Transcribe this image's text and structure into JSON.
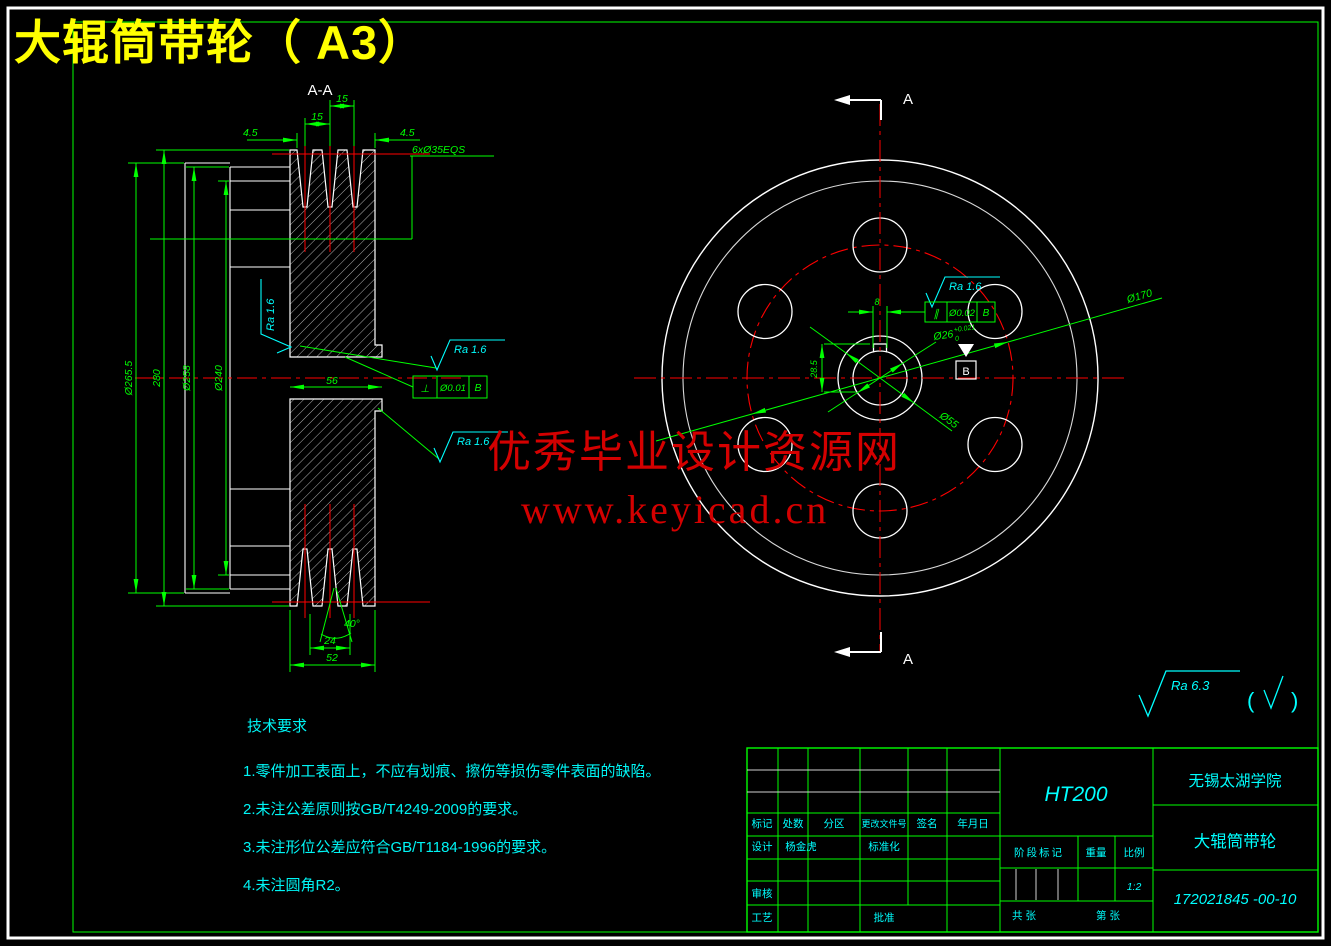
{
  "title": "大辊筒带轮（ A3）",
  "watermark": {
    "line1": "优秀毕业设计资源网",
    "line2": "www.keyicad.cn"
  },
  "section_view": {
    "label": "A-A",
    "dim_15_outer": "15",
    "dim_15_inner": "15",
    "dim_45_left": "4.5",
    "dim_45_right": "4.5",
    "holes_note": "6xØ35EQS",
    "dim_dia_2655": "Ø265.5",
    "dim_280": "280",
    "dim_dia_258": "Ø258",
    "dim_dia_240": "Ø240",
    "dim_56": "56",
    "dim_24": "24",
    "dim_52": "52",
    "dim_angle": "40°",
    "ra_left": "Ra 1.6",
    "ra_upper": "Ra 1.6",
    "ra_lower": "Ra 1.6",
    "fcf": {
      "symbol": "⊥",
      "tolerance": "Ø0.01",
      "datum": "B"
    }
  },
  "front_view": {
    "cut_label_top": "A",
    "cut_label_bottom": "A",
    "ra": "Ra 1.6",
    "fcf": {
      "symbol": "∥",
      "tolerance": "Ø0.02",
      "datum": "B"
    },
    "datum_label": "B",
    "dim_keyway_width": "8",
    "dim_keyway_depth": "28.5",
    "dim_bore": "Ø26",
    "dim_bore_tol_upper": "+0.021",
    "dim_bore_tol_lower": "0",
    "dim_hub": "Ø55",
    "dim_bolt_circle": "Ø170"
  },
  "surface_note": {
    "ra_general": "Ra 6.3",
    "paren_open": "(",
    "paren_close": ")"
  },
  "tech_requirements": {
    "heading": "技术要求",
    "items": [
      "1.零件加工表面上，不应有划痕、擦伤等损伤零件表面的缺陷。",
      "2.未注公差原则按GB/T4249-2009的要求。",
      "3.未注形位公差应符合GB/T1184-1996的要求。",
      "4.未注圆角R2。"
    ]
  },
  "title_block": {
    "material": "HT200",
    "school": "无锡太湖学院",
    "part_name": "大辊筒带轮",
    "drawing_no": "172021845 -00-10",
    "rev_headers": [
      "标记",
      "处数",
      "分区",
      "更改文件号",
      "签名",
      "年月日"
    ],
    "design_label": "设计",
    "designer": "杨金虎",
    "standardization_label": "标准化",
    "check_label": "审核",
    "process_label": "工艺",
    "approve_label": "批准",
    "stage_label": "阶段标记",
    "weight_label": "重量",
    "scale_label": "比例",
    "scale_value": "1:2",
    "sheets_total": "共 张",
    "sheet_no": "第 张"
  },
  "colors": {
    "line_green": "#00ff00",
    "centerline_red": "#ff0000",
    "annotation_cyan": "#00ffff",
    "outline_white": "#ffffff",
    "title_yellow": "#ffff00",
    "watermark_red": "#d40000"
  }
}
